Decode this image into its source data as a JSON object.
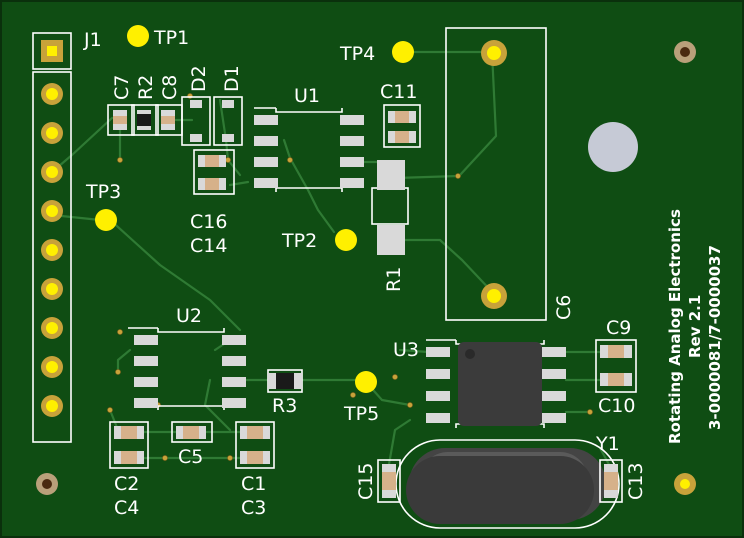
{
  "board": {
    "title": "Rotating Analog Electronics",
    "revision": "Rev 2.1",
    "part_number": "3-0000081/7-0000037",
    "colors": {
      "solder_mask": "#0f4d13",
      "silkscreen": "#ffffff",
      "copper": "#c8a23a",
      "test_point": "#fff000"
    }
  },
  "designators": {
    "J1": "J1",
    "TP1": "TP1",
    "TP2": "TP2",
    "TP3": "TP3",
    "TP4": "TP4",
    "TP5": "TP5",
    "C7": "C7",
    "R2": "R2",
    "C8": "C8",
    "D2": "D2",
    "D1": "D1",
    "U1": "U1",
    "C11": "C11",
    "C16": "C16",
    "C14": "C14",
    "R1": "R1",
    "C6": "C6",
    "U2": "U2",
    "R3": "R3",
    "U3": "U3",
    "C9": "C9",
    "C10": "C10",
    "C5": "C5",
    "C2": "C2",
    "C4": "C4",
    "C1": "C1",
    "C3": "C3",
    "C15": "C15",
    "Y1": "Y1",
    "C13": "C13"
  }
}
